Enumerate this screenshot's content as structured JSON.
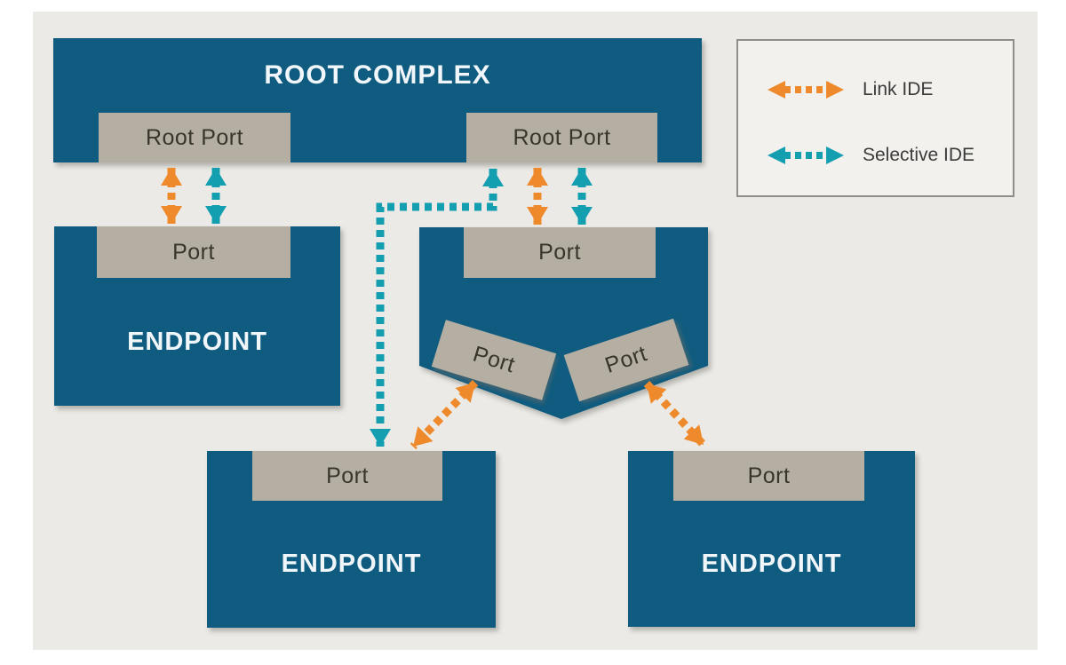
{
  "colors": {
    "box_teal": "#0f5c80",
    "port_gray": "#b5afa3",
    "canvas_bg": "#ebeae6",
    "page_bg": "#ffffff",
    "link_ide_orange": "#ee8a2b",
    "selective_ide_teal": "#149fb1",
    "label_dark": "#39352d",
    "white_text": "#f0f6f9",
    "legend_bg": "#f2f1ee",
    "legend_border": "#8e8e8c"
  },
  "root_complex": {
    "label": "ROOT COMPLEX",
    "ports": [
      {
        "label": "Root Port"
      },
      {
        "label": "Root Port"
      }
    ]
  },
  "switch": {
    "top_port": "Port",
    "left_port": "Port",
    "right_port": "Port"
  },
  "endpoints": [
    {
      "label": "ENDPOINT",
      "port": "Port"
    },
    {
      "label": "ENDPOINT",
      "port": "Port"
    },
    {
      "label": "ENDPOINT",
      "port": "Port"
    }
  ],
  "legend": {
    "items": [
      {
        "label": "Link IDE",
        "color": "#ee8a2b"
      },
      {
        "label": "Selective IDE",
        "color": "#149fb1"
      }
    ]
  }
}
